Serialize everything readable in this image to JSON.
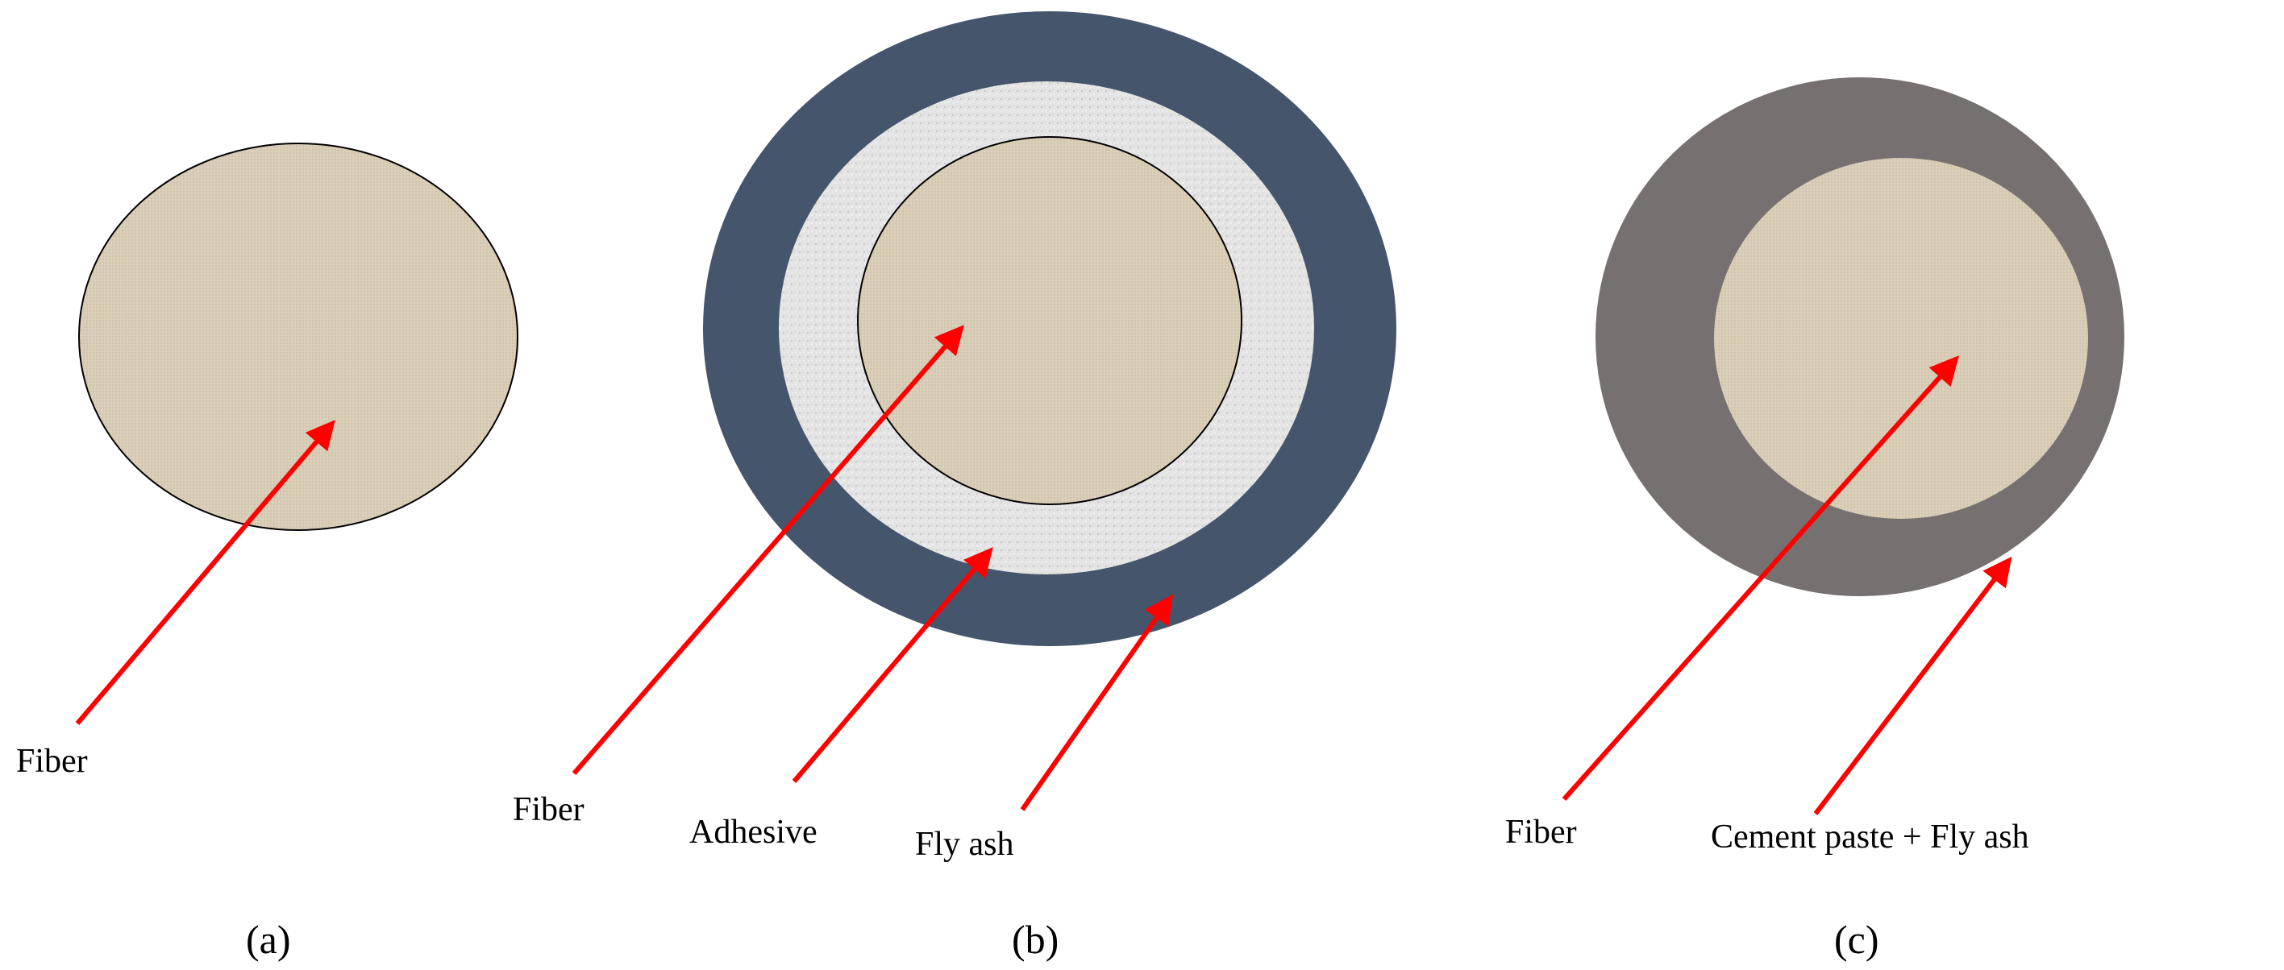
{
  "panels": [
    {
      "caption": "(a)",
      "labels": [
        "Fiber"
      ]
    },
    {
      "caption": "(b)",
      "labels": [
        "Fiber",
        "Adhesive",
        "Fly ash"
      ]
    },
    {
      "caption": "(c)",
      "labels": [
        "Fiber",
        "Cement paste + Fly ash"
      ]
    }
  ],
  "colors": {
    "fiber": "#d8cbb5",
    "adhesive": "#e6e6e6",
    "fly_ash": "#44556c",
    "cement_fly_ash": "#767170",
    "arrow": "#ff0000",
    "outline": "#000000"
  }
}
